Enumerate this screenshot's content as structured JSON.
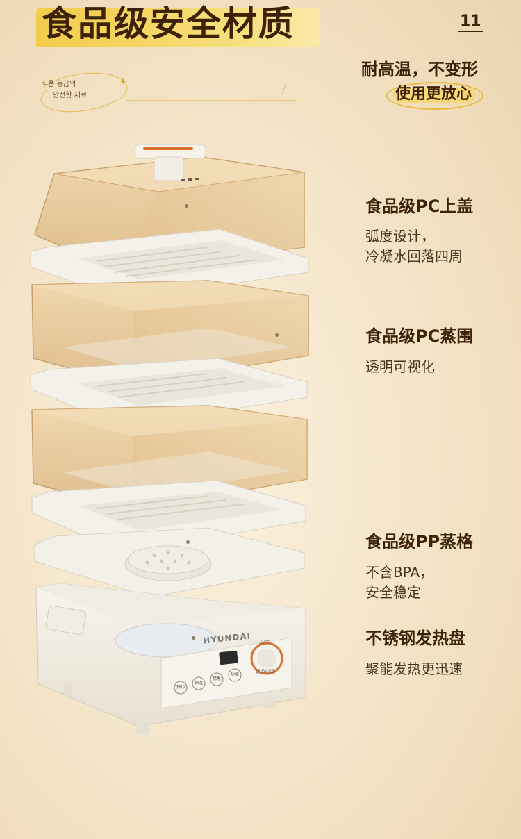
{
  "header": {
    "title": "食品级安全材质",
    "page_number": "11",
    "korean_line1": "식품 등급의",
    "korean_line2": "안전한 재료",
    "heat_text": "耐高温，不变形",
    "safe_text": "使用更放心"
  },
  "features": [
    {
      "title": "食品级PC上盖",
      "desc_line1": "弧度设计，",
      "desc_line2": "冷凝水回落四周"
    },
    {
      "title": "食品级PC蒸围",
      "desc_line1": "透明可视化",
      "desc_line2": ""
    },
    {
      "title": "食品级PP蒸格",
      "desc_line1": "不含BPA，",
      "desc_line2": "安全稳定"
    },
    {
      "title": "不锈钢发热盘",
      "desc_line1": "聚能发热更迅速",
      "desc_line2": ""
    }
  ],
  "device": {
    "brand": "HYUNDAI",
    "knob_top": "开/关",
    "knob_bottom": "调节时间",
    "buttons": [
      "预约",
      "保温",
      "精煮",
      "功能"
    ]
  },
  "colors": {
    "title_highlight": "#f2cc4a",
    "accent_ring": "#e9b93a",
    "text_dark": "#3d2208",
    "amber_shell": "#e7c48f",
    "knob_ring": "#d8722a"
  }
}
